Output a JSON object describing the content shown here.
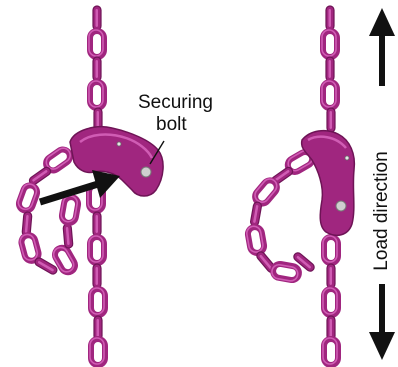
{
  "callout": {
    "line1": "Securing",
    "line2": "bolt"
  },
  "direction_label": "Load direction",
  "colors": {
    "chain": "#a0267f",
    "chain_dark": "#6e1456",
    "chain_light": "#d05cb4",
    "arrow": "#111111",
    "bolt": "#cfcfcf"
  },
  "icons": {
    "direction_arrow": "double-headed-arrow-icon"
  }
}
